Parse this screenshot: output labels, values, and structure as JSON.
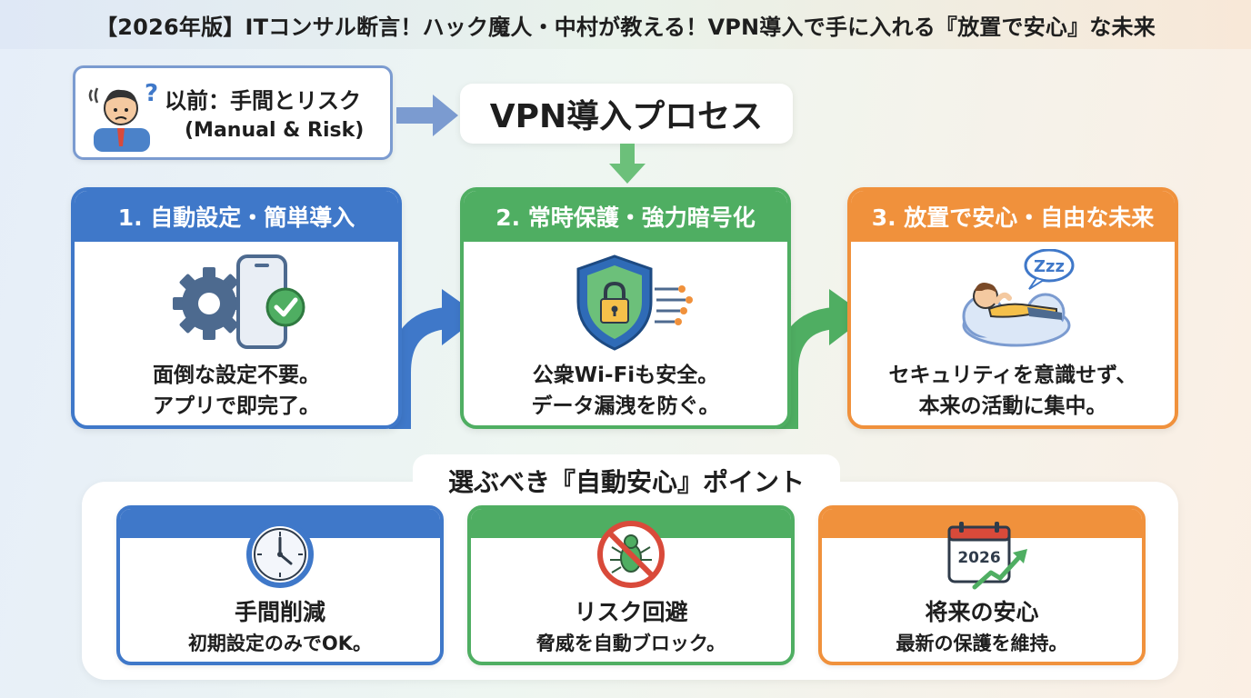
{
  "header": {
    "title": "【2026年版】ITコンサル断言！ハック魔人・中村が教える！VPN導入で手に入れる『放置で安心』な未来"
  },
  "before": {
    "title": "以前：手間とリスク",
    "subtitle": "(Manual & Risk)"
  },
  "process": {
    "title": "VPN導入プロセス"
  },
  "steps": [
    {
      "title": "1. 自動設定・簡単導入",
      "line1": "面倒な設定不要。",
      "line2": "アプリで即完了。",
      "color": "#3f78c9"
    },
    {
      "title": "2. 常時保護・強力暗号化",
      "line1": "公衆Wi-Fiも安全。",
      "line2": "データ漏洩を防ぐ。",
      "color": "#4fae62"
    },
    {
      "title": "3. 放置で安心・自由な未来",
      "line1": "セキュリティを意識せず、",
      "line2": "本来の活動に集中。",
      "color": "#f0913c"
    }
  ],
  "points": {
    "title": "選ぶべき『自動安心』ポイント",
    "items": [
      {
        "title": "手間削減",
        "desc": "初期設定のみでOK。"
      },
      {
        "title": "リスク回避",
        "desc": "脅威を自動ブロック。"
      },
      {
        "title": "将来の安心",
        "desc": "最新の保護を維持。"
      }
    ]
  },
  "icons": {
    "worried_person": "worried-person-icon",
    "gear_phone": "gear-phone-check-icon",
    "shield_lock": "shield-lock-icon",
    "relax_cloud": "relaxing-person-cloud-icon",
    "clock": "clock-icon",
    "no_bug": "no-bug-icon",
    "calendar_growth": "calendar-growth-icon"
  },
  "calendar_year": "2026",
  "zzz": "Zzz"
}
